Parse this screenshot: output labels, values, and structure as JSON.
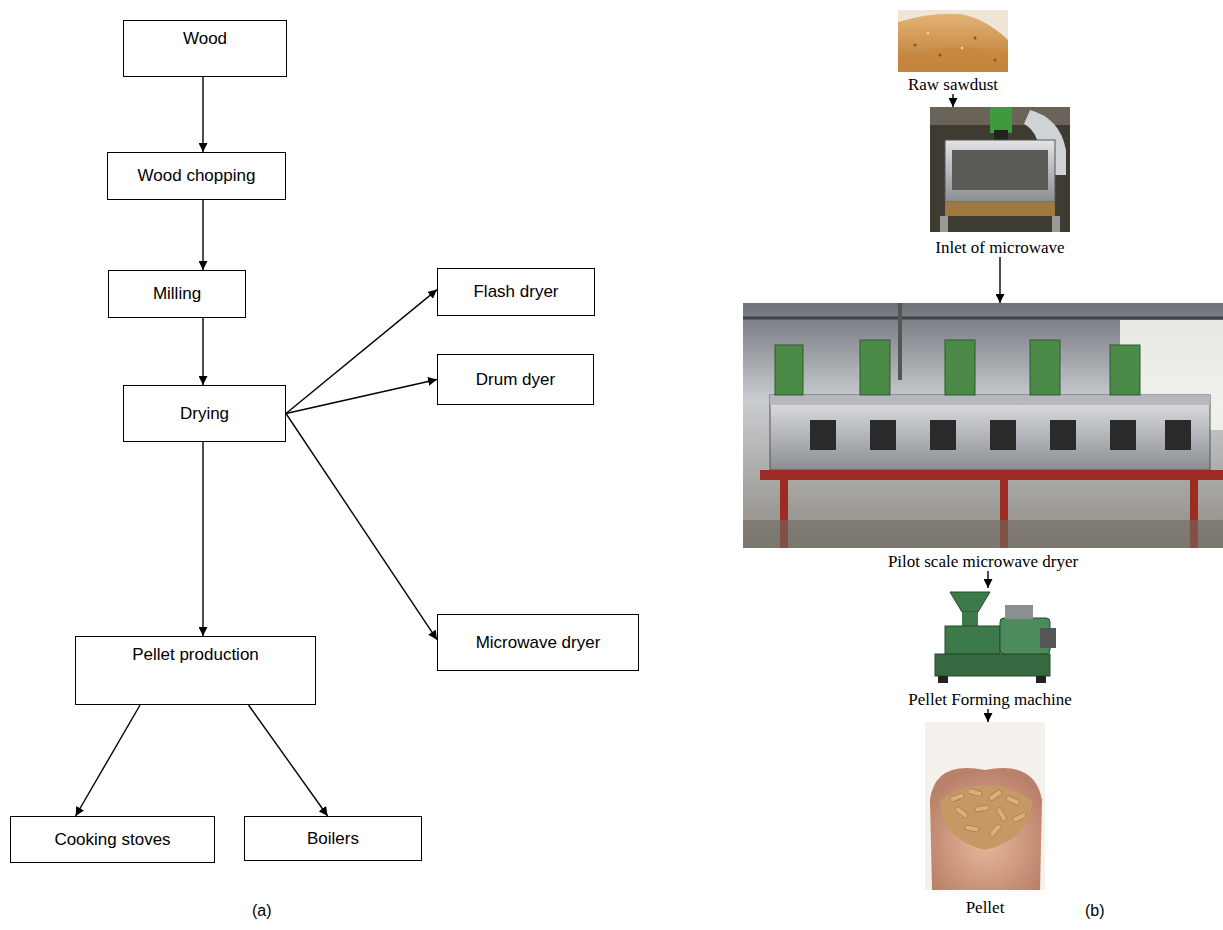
{
  "diagram": {
    "nodes": [
      {
        "text": [
          "Wood"
        ]
      },
      {
        "text": [
          "Wood chopping"
        ]
      },
      {
        "text": [
          "Milling"
        ]
      },
      {
        "text": [
          "Drying"
        ]
      },
      {
        "text": [
          "Flash dryer"
        ]
      },
      {
        "text": [
          "Drum dyer"
        ]
      },
      {
        "text": [
          "Microwave dryer"
        ]
      },
      {
        "text": [
          "Pellet production"
        ]
      },
      {
        "text": [
          "Cooking stoves"
        ]
      },
      {
        "text": [
          "Boilers"
        ]
      },
      {
        "text": [
          "Raw sawdust"
        ]
      },
      {
        "text": [
          "Inlet of microwave"
        ]
      },
      {
        "text": [
          "Pilot scale microwave dryer"
        ]
      },
      {
        "text": [
          "Pellet Forming machine"
        ]
      },
      {
        "text": [
          "Pellet"
        ]
      }
    ],
    "edges": [
      {
        "from": 0,
        "to": 1,
        "arrow": "to"
      },
      {
        "from": 1,
        "to": 2,
        "arrow": "to"
      },
      {
        "from": 2,
        "to": 3,
        "arrow": "to"
      },
      {
        "from": 3,
        "to": 4,
        "arrow": "to"
      },
      {
        "from": 3,
        "to": 5,
        "arrow": "to"
      },
      {
        "from": 3,
        "to": 6,
        "arrow": "to"
      },
      {
        "from": 3,
        "to": 7,
        "arrow": "to"
      },
      {
        "from": 7,
        "to": 8,
        "arrow": "to"
      },
      {
        "from": 7,
        "to": 9,
        "arrow": "to"
      },
      {
        "from": 10,
        "to": 11,
        "arrow": "to"
      },
      {
        "from": 11,
        "to": 12,
        "arrow": "to"
      },
      {
        "from": 12,
        "to": 13,
        "arrow": "to"
      },
      {
        "from": 13,
        "to": 14,
        "arrow": "to"
      }
    ],
    "labels": [
      "(a)",
      "(b)"
    ]
  }
}
